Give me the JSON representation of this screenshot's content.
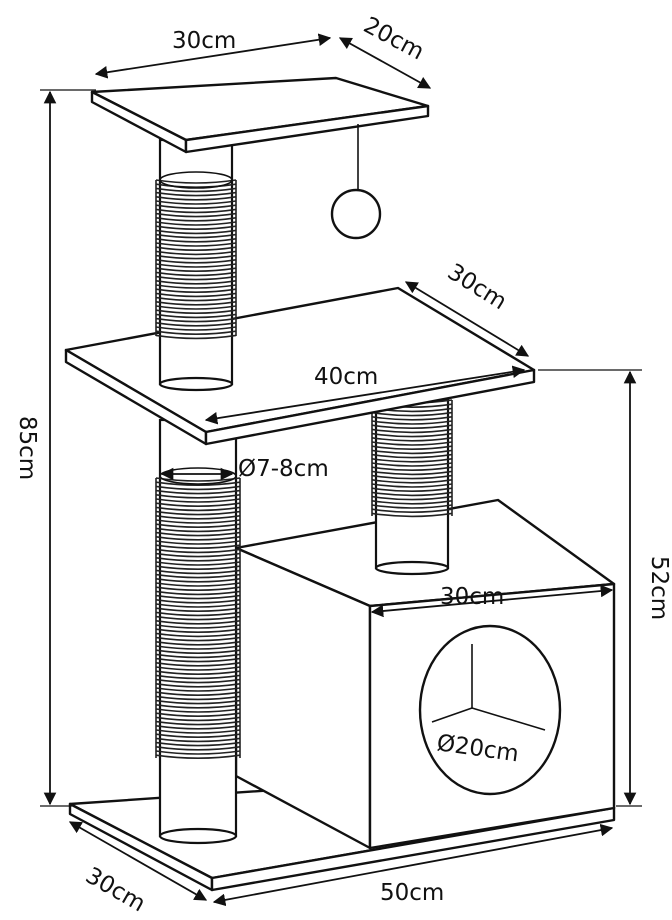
{
  "diagram": {
    "labels": {
      "top_width": "30cm",
      "top_depth": "20cm",
      "mid_depth": "30cm",
      "mid_width": "40cm",
      "post_diameter": "Ø7-8cm",
      "total_height": "85cm",
      "box_height": "52cm",
      "box_width": "30cm",
      "hole_diameter": "Ø20cm",
      "base_depth": "30cm",
      "base_width": "50cm"
    },
    "colors": {
      "line": "#111111",
      "fill": "#ffffff",
      "rope": "#222222"
    }
  }
}
